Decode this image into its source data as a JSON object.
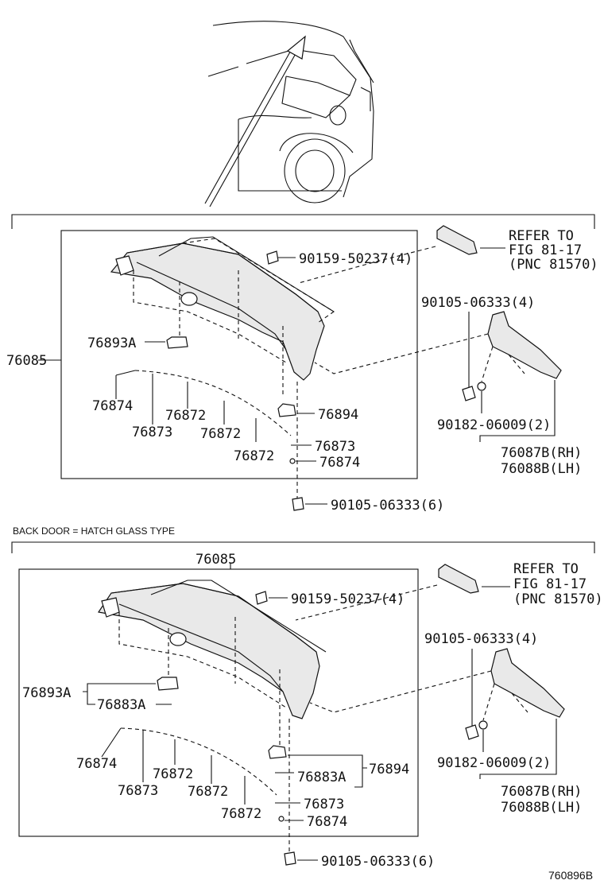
{
  "section_header": "BACK DOOR = HATCH GLASS TYPE",
  "figure_code": "760896B",
  "top": {
    "assembly": "76085",
    "parts": [
      {
        "key": "screw_a",
        "text": "90159-50237(4)"
      },
      {
        "key": "clip_a",
        "text": "76893A"
      },
      {
        "key": "tape_1",
        "text": "76874"
      },
      {
        "key": "tape_2",
        "text": "76872"
      },
      {
        "key": "tape_3",
        "text": "76873"
      },
      {
        "key": "tape_4",
        "text": "76872"
      },
      {
        "key": "tape_5",
        "text": "76872"
      },
      {
        "key": "clip_b",
        "text": "76894"
      },
      {
        "key": "tape_6",
        "text": "76873"
      },
      {
        "key": "tape_7",
        "text": "76874"
      },
      {
        "key": "bolt",
        "text": "90105-06333(6)"
      },
      {
        "key": "side_bolt",
        "text": "90105-06333(4)"
      },
      {
        "key": "side_nut",
        "text": "90182-06009(2)"
      },
      {
        "key": "side_rh",
        "text": "76087B(RH)"
      },
      {
        "key": "side_lh",
        "text": "76088B(LH)"
      }
    ],
    "refer": [
      "REFER TO",
      "FIG 81-17",
      "(PNC 81570)"
    ]
  },
  "bottom": {
    "assembly": "76085",
    "parts": [
      {
        "key": "screw_a",
        "text": "90159-50237(4)"
      },
      {
        "key": "clip_a",
        "text": "76893A"
      },
      {
        "key": "clip_a2",
        "text": "76883A"
      },
      {
        "key": "tape_1",
        "text": "76874"
      },
      {
        "key": "tape_2",
        "text": "76872"
      },
      {
        "key": "tape_3",
        "text": "76873"
      },
      {
        "key": "tape_4",
        "text": "76872"
      },
      {
        "key": "tape_5",
        "text": "76872"
      },
      {
        "key": "clip_b2",
        "text": "76883A"
      },
      {
        "key": "clip_b",
        "text": "76894"
      },
      {
        "key": "tape_6",
        "text": "76873"
      },
      {
        "key": "tape_7",
        "text": "76874"
      },
      {
        "key": "bolt",
        "text": "90105-06333(6)"
      },
      {
        "key": "side_bolt",
        "text": "90105-06333(4)"
      },
      {
        "key": "side_nut",
        "text": "90182-06009(2)"
      },
      {
        "key": "side_rh",
        "text": "76087B(RH)"
      },
      {
        "key": "side_lh",
        "text": "76088B(LH)"
      }
    ],
    "refer": [
      "REFER TO",
      "FIG 81-17",
      "(PNC 81570)"
    ]
  }
}
